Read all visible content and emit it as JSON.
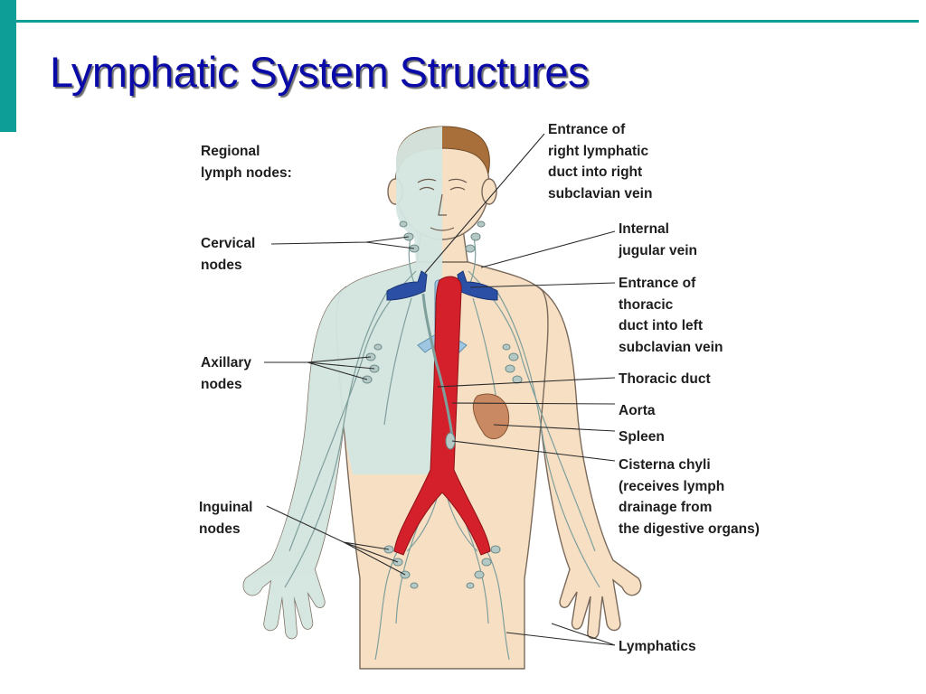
{
  "slide": {
    "title": "Lymphatic System Structures",
    "accent_color": "#0e9e98",
    "title_color": "#0a0aa8"
  },
  "labels": {
    "regional_1": "Regional",
    "regional_2": "lymph nodes:",
    "cervical_1": "Cervical",
    "cervical_2": "nodes",
    "axillary_1": "Axillary",
    "axillary_2": "nodes",
    "inguinal_1": "Inguinal",
    "inguinal_2": "nodes",
    "right_duct_1": "Entrance of",
    "right_duct_2": "right lymphatic",
    "right_duct_3": "duct into right",
    "right_duct_4": "subclavian vein",
    "jugular_1": "Internal",
    "jugular_2": "jugular vein",
    "thoracic_entrance_1": "Entrance of",
    "thoracic_entrance_2": "thoracic",
    "thoracic_entrance_3": "duct into left",
    "thoracic_entrance_4": "subclavian vein",
    "thoracic_duct": "Thoracic duct",
    "aorta": "Aorta",
    "spleen": "Spleen",
    "cisterna_1": "Cisterna chyli",
    "cisterna_2": "(receives lymph",
    "cisterna_3": "drainage from",
    "cisterna_4": "the digestive organs)",
    "lymphatics": "Lymphatics"
  },
  "colors": {
    "skin": "#f7dfc4",
    "lymph_region": "#d4e6e2",
    "lymph_vessels": "#7f9f9c",
    "aorta": "#d4202a",
    "veins": "#2b4fa5",
    "spleen": "#c98962",
    "hair": "#a86f3a"
  }
}
